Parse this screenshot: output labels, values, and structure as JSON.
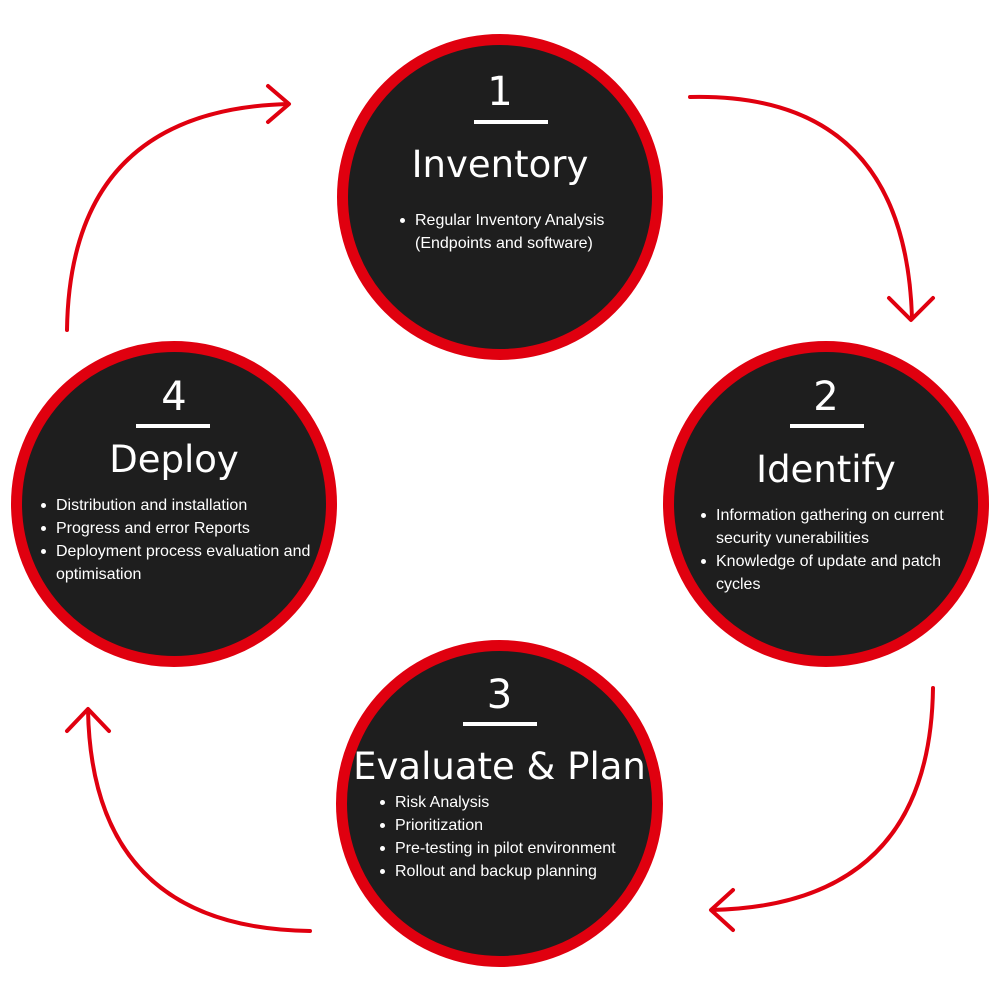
{
  "accent_color": "#e0000f",
  "circle_color": "#1e1e1e",
  "stages": [
    {
      "number": "1",
      "title": "Inventory",
      "bullets": [
        "Regular Inventory Analysis (Endpoints and software)"
      ]
    },
    {
      "number": "2",
      "title": "Identify",
      "bullets": [
        "Information gathering on current security vunerabilities",
        "Knowledge of update and patch cycles"
      ]
    },
    {
      "number": "3",
      "title": "Evaluate & Plan",
      "bullets": [
        "Risk Analysis",
        "Prioritization",
        "Pre-testing in pilot environment",
        "Rollout and backup planning"
      ]
    },
    {
      "number": "4",
      "title": "Deploy",
      "bullets": [
        "Distribution and installation",
        "Progress and error Reports",
        "Deployment process evaluation and optimisation"
      ]
    }
  ]
}
